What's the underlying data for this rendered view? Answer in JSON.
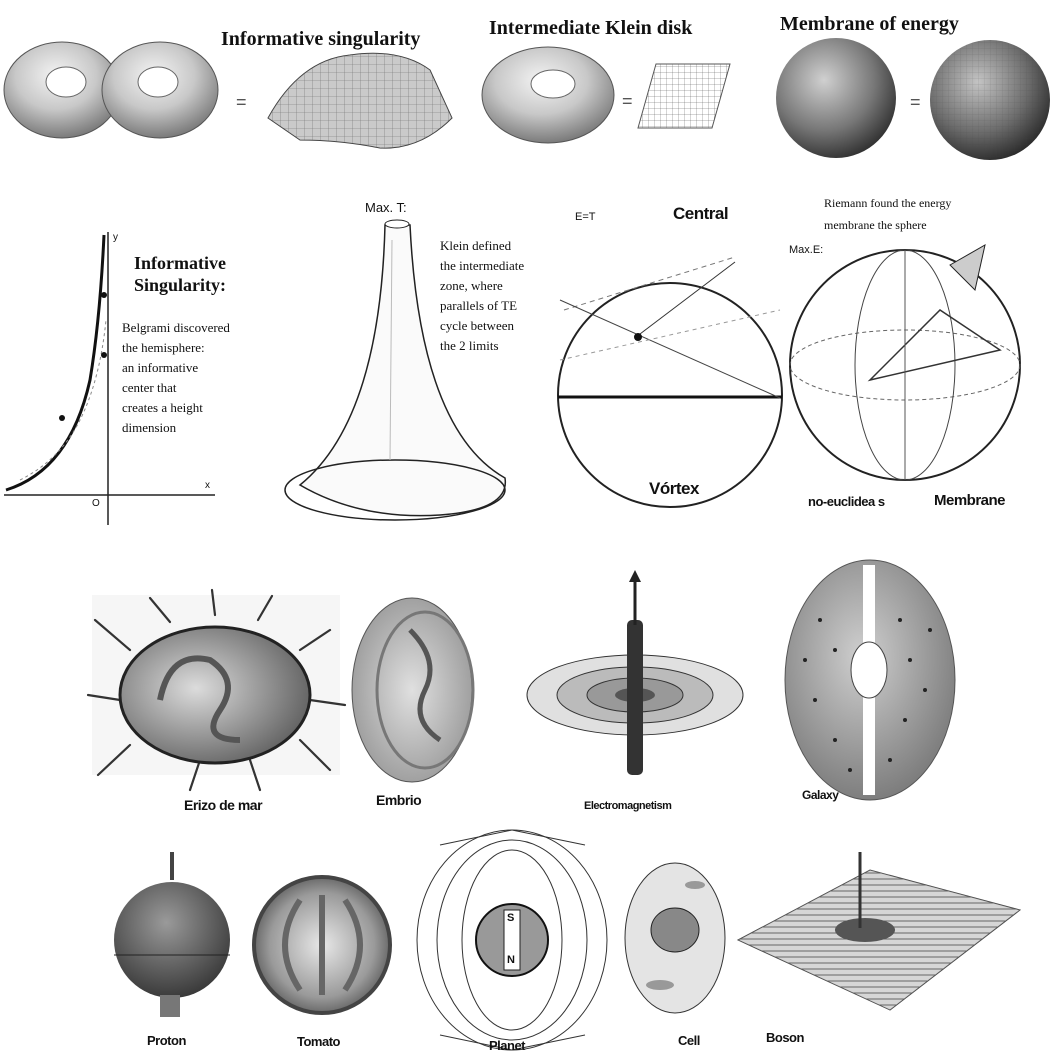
{
  "row1": {
    "singularity_title": "Informative singularity",
    "klein_title": "Intermediate Klein disk",
    "membrane_title": "Membrane of energy",
    "equals": "="
  },
  "row2": {
    "singularity_heading": "Informative\nSingularity:",
    "beltrami_text": "Belgrami discovered\nthe hemisphere:\nan informative\ncenter that\ncreates a height\ndimension",
    "axis_y": "y",
    "axis_x": "x",
    "axis_origin": "O",
    "max_t": "Max. T:",
    "klein_text": "Klein defined\nthe intermediate\nzone, where\nparallels of TE\ncycle between\nthe 2 limits",
    "e_eq_t": "E=T",
    "central": "Central",
    "vortex": "Vórtex",
    "riemann_text": "Riemann found the energy\nmembrane         the sphere",
    "max_e": "Max.E:",
    "noeuclidean": "no-euclidea s",
    "membrane": "Membrane"
  },
  "row3": {
    "sea_urchin": "Erizo de mar",
    "embryo": "Embrio",
    "electromagnetism": "Electromagnetism",
    "galaxy": "Galaxy"
  },
  "row4": {
    "proton": "Proton",
    "tomato": "Tomato",
    "planet": "Planet",
    "cell": "Cell",
    "boson": "Boson",
    "planet_n": "N",
    "planet_s": "S"
  }
}
